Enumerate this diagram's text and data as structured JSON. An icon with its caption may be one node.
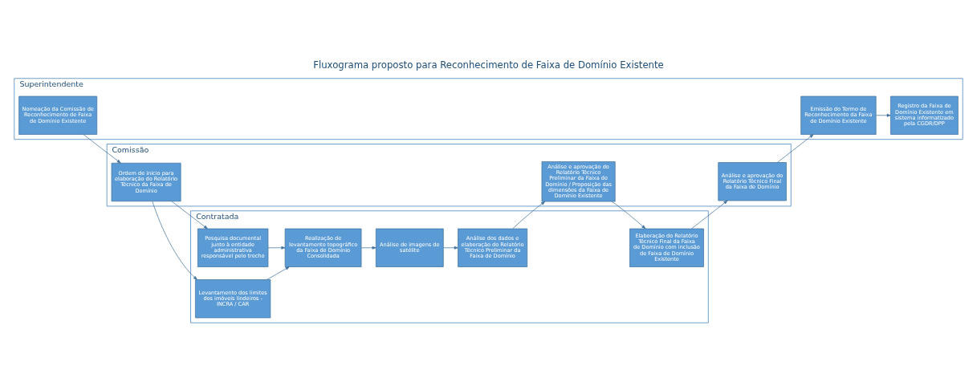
{
  "diagram": {
    "title": "Fluxograma proposto para Reconhecimento de Faixa de Domínio Existente",
    "nodes": [
      {
        "text": [
          "Contratada"
        ]
      },
      {
        "text": [
          "Pesquisa documental junto à entidade administrativa responsável pelo trecho"
        ],
        "in": 0
      },
      {
        "text": [
          "Levantamento dos limites dos imóveis lindeiros - INCRA / CAR"
        ],
        "in": 0
      },
      {
        "text": [
          "Realização de levantamento topográfico da Faixa de Dominio Consolidada"
        ],
        "in": 0
      },
      {
        "text": [
          "Análise de imagens de satélite"
        ],
        "in": 0
      },
      {
        "text": [
          "Análise dos dados e elaboração do Relatório Técnico Preliminar da Faixa de Domínio"
        ],
        "in": 0
      },
      {
        "text": [
          "Elaboração do Relatório Técnico Final da Faixa de Domínio com inclusão de Faixa de Domínio Existente"
        ],
        "in": 0
      },
      {
        "text": [
          "Comissão"
        ]
      },
      {
        "text": [
          "Ordem de inicio para elaboração do Relatório Técnico da Faixa de Domínio"
        ],
        "in": 7
      },
      {
        "text": [
          "Análise e aprovação do Relatório Técnico Preliminar da Faixa de Domínio / Proposição das dimensões da Faixa de Domínio Existente"
        ],
        "in": 7
      },
      {
        "text": [
          "Análise e aprovação do Relatório Técnico Final da Faixa de Domínio"
        ],
        "in": 7
      },
      {
        "text": [
          "Superintendente"
        ]
      },
      {
        "text": [
          "Nomeação da Comissão de Reconhecimento de Faixa de Domínio Existente"
        ],
        "in": 11
      },
      {
        "text": [
          "Emissão do Termo de Reconhecimento da Faixa de Domínio Existente"
        ],
        "in": 11
      },
      {
        "text": [
          "Registro da Faixa de Domínio Existente em sistema informatizado pela CGDR/DPP"
        ],
        "in": 11
      }
    ],
    "edges": [
      {
        "from": 12,
        "to": 8,
        "arrow": "to"
      },
      {
        "from": 8,
        "to": 1,
        "arrow": "to"
      },
      {
        "from": 8,
        "to": 2,
        "arrow": "to"
      },
      {
        "from": 1,
        "to": 3,
        "arrow": "to"
      },
      {
        "from": 2,
        "to": 3,
        "arrow": "to"
      },
      {
        "from": 3,
        "to": 4,
        "arrow": "to"
      },
      {
        "from": 4,
        "to": 5,
        "arrow": "to"
      },
      {
        "from": 5,
        "to": 9,
        "arrow": "to"
      },
      {
        "from": 9,
        "to": 6,
        "arrow": "to"
      },
      {
        "from": 6,
        "to": 10,
        "arrow": "to"
      },
      {
        "from": 10,
        "to": 13,
        "arrow": "to"
      },
      {
        "from": 13,
        "to": 14,
        "arrow": "to"
      }
    ]
  }
}
